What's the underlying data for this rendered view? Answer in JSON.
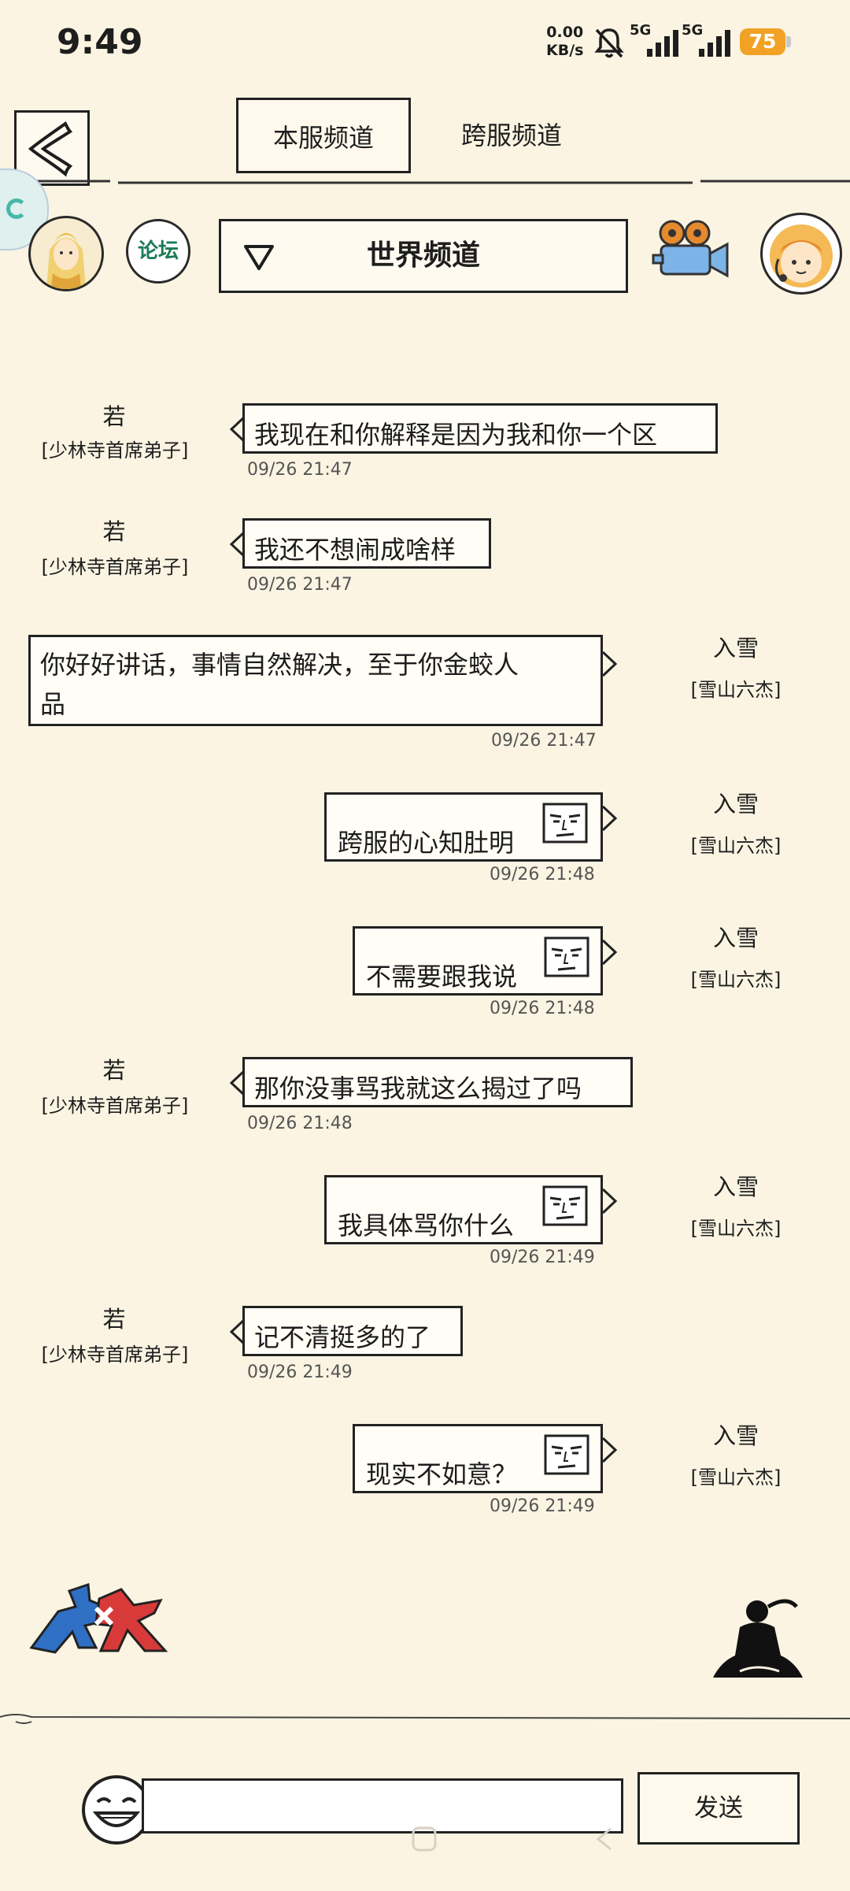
{
  "status_bar": {
    "time": "9:49",
    "speed_value": "0.00",
    "speed_unit": "KB/s",
    "network_1": "5G",
    "network_2": "5G",
    "battery": "75",
    "battery_color": "#f1a224"
  },
  "header": {
    "tabs": [
      {
        "label": "本服频道",
        "active": true
      },
      {
        "label": "跨服频道",
        "active": false
      }
    ],
    "forum_label": "论坛",
    "channel_selected": "世界频道"
  },
  "messages": [
    {
      "side": "left",
      "name": "若",
      "rank": "[少林寺首席弟子]",
      "text": "我现在和你解释是因为我和你一个区",
      "time": "09/26 21:47"
    },
    {
      "side": "left",
      "name": "若",
      "rank": "[少林寺首席弟子]",
      "text": "我还不想闹成啥样",
      "time": "09/26 21:47"
    },
    {
      "side": "right",
      "name": "入雪",
      "rank": "[雪山六杰]",
      "text_line1": "你好好讲话，事情自然解决，至于你金蛟人",
      "text_line2": "品",
      "time": "09/26 21:47"
    },
    {
      "side": "right",
      "name": "入雪",
      "rank": "[雪山六杰]",
      "text": "跨服的心知肚明",
      "emoji": "smug-face",
      "time": "09/26 21:48"
    },
    {
      "side": "right",
      "name": "入雪",
      "rank": "[雪山六杰]",
      "text": "不需要跟我说",
      "emoji": "smug-face",
      "time": "09/26 21:48"
    },
    {
      "side": "left",
      "name": "若",
      "rank": "[少林寺首席弟子]",
      "text": "那你没事骂我就这么揭过了吗",
      "time": "09/26 21:48"
    },
    {
      "side": "right",
      "name": "入雪",
      "rank": "[雪山六杰]",
      "text": "我具体骂你什么",
      "emoji": "smug-face",
      "time": "09/26 21:49"
    },
    {
      "side": "left",
      "name": "若",
      "rank": "[少林寺首席弟子]",
      "text": "记不清挺多的了",
      "time": "09/26 21:49"
    },
    {
      "side": "right",
      "name": "入雪",
      "rank": "[雪山六杰]",
      "text": "现实不如意？",
      "emoji": "smug-face",
      "time": "09/26 21:49"
    }
  ],
  "footer": {
    "input_value": "",
    "send_label": "发送"
  }
}
